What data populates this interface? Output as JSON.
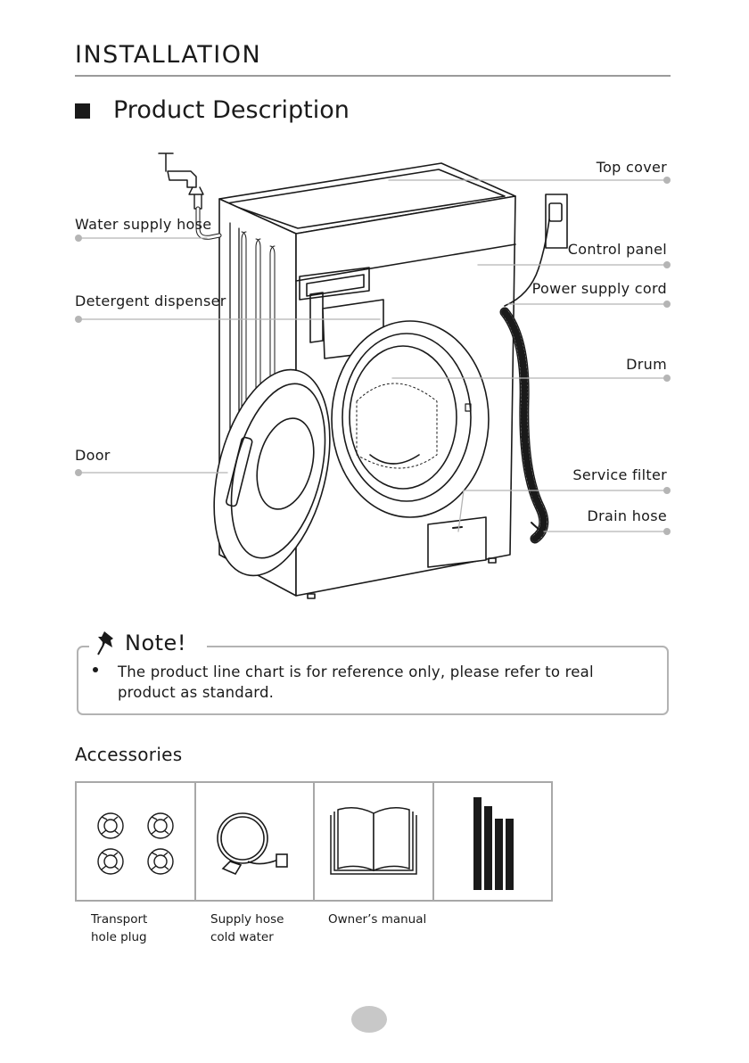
{
  "page": {
    "section_title": "INSTALLATION",
    "subsection_title": "Product Description"
  },
  "diagram": {
    "callouts": {
      "water_supply_hose": "Water supply hose",
      "detergent_dispenser": "Detergent dispenser",
      "door": "Door",
      "top_cover": "Top cover",
      "control_panel": "Control panel",
      "power_supply_cord": "Power supply cord",
      "drum": "Drum",
      "service_filter": "Service filter",
      "drain_hose": "Drain hose"
    }
  },
  "note": {
    "title": "Note!",
    "items": [
      "The product line chart is for reference only, please refer to real product as standard."
    ]
  },
  "accessories": {
    "title": "Accessories",
    "items": [
      {
        "line1": "Transport",
        "line2": "hole plug",
        "icon": "hole-plug-icon"
      },
      {
        "line1": "Supply hose",
        "line2": "cold water",
        "icon": "supply-hose-icon"
      },
      {
        "line1": "Owner’s manual",
        "line2": "",
        "icon": "manual-icon"
      },
      {
        "line1": "",
        "line2": "",
        "icon": "blanking-plugs-icon"
      }
    ]
  },
  "colors": {
    "text": "#1a1a1a",
    "rule": "#9a9a9a",
    "leader": "#b5b5b5",
    "box_border": "#b3b3b3"
  }
}
